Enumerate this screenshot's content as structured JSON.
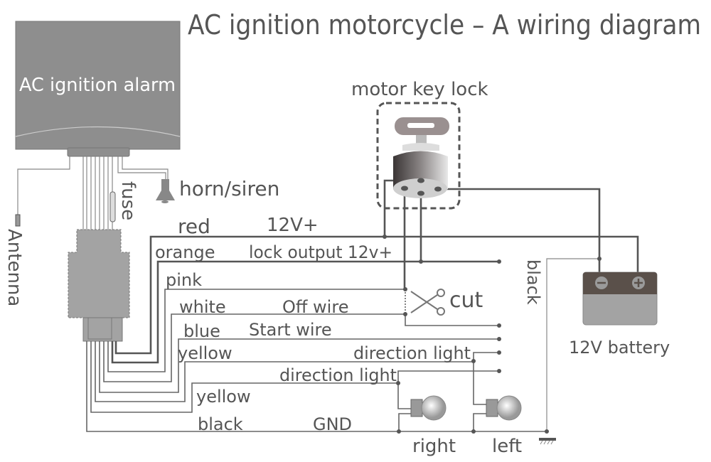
{
  "title": "AC ignition motorcycle – A wiring diagram",
  "alarm": {
    "label": "AC ignition alarm"
  },
  "labels": {
    "antenna": "Antenna",
    "fuse": "fuse",
    "horn": "horn/siren",
    "key_lock": "motor key lock",
    "cut": "cut",
    "battery": "12V battery",
    "battery_black": "black",
    "right": "right",
    "left": "left"
  },
  "wires": [
    {
      "color": "red",
      "function": "12V+"
    },
    {
      "color": "orange",
      "function": "lock output 12v+"
    },
    {
      "color": "pink",
      "function": ""
    },
    {
      "color": "white",
      "function": "Off wire"
    },
    {
      "color": "blue",
      "function": "Start wire"
    },
    {
      "color": "yellow",
      "function": "direction light"
    },
    {
      "color": "yellow",
      "function": "direction light"
    },
    {
      "color": "black",
      "function": "GND"
    }
  ],
  "colors": {
    "ink": "#555555",
    "box": "#8e8e8e",
    "battery_top": "#5a504a",
    "battery_body": "#a3a3a3"
  }
}
